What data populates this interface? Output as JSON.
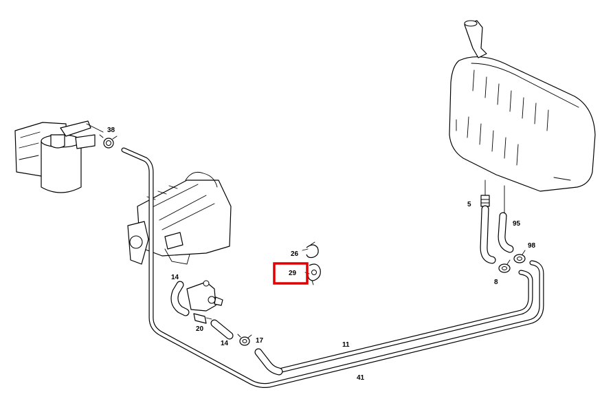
{
  "diagram": {
    "labels": {
      "p38": "38",
      "p26": "26",
      "p29": "29",
      "p14a": "14",
      "p14b": "14",
      "p20": "20",
      "p17": "17",
      "p11": "11",
      "p41": "41",
      "p5": "5",
      "p95": "95",
      "p98": "98",
      "p8": "8"
    },
    "highlight": {
      "part": "29",
      "color": "#e00000"
    }
  }
}
